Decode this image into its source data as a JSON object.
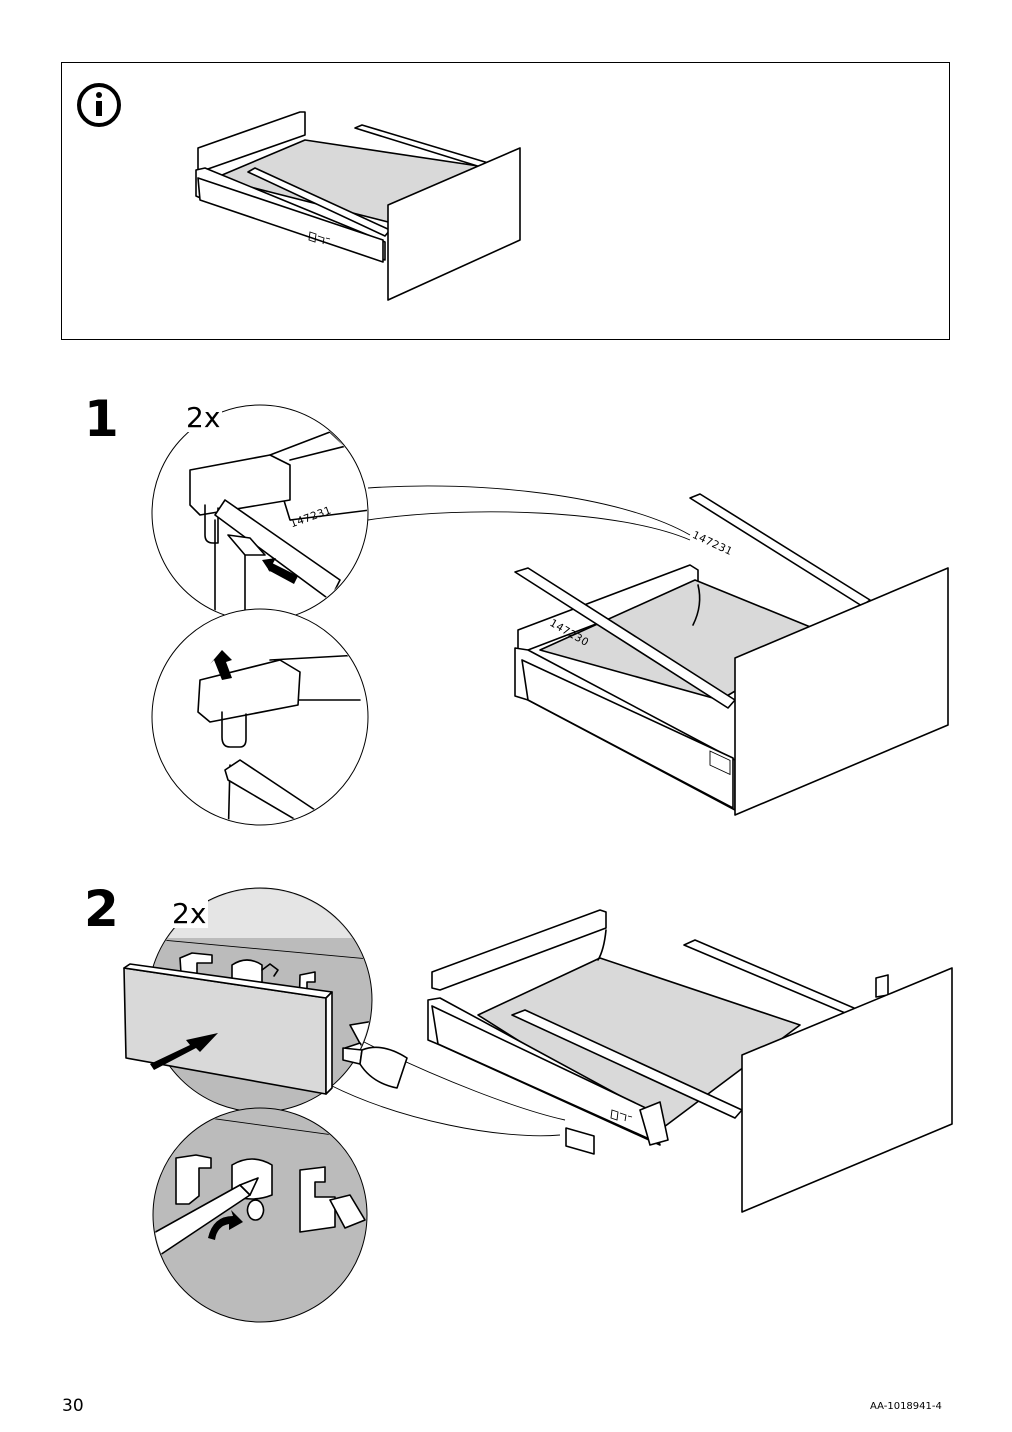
{
  "page": {
    "number": "30",
    "doc_code": "AA-1018941-4"
  },
  "info_panel": {
    "icon": "info-icon"
  },
  "step1": {
    "number": "1",
    "quantity": "2x",
    "part_detail": "147231",
    "part_rail_back": "147231",
    "part_rail_front": "147230"
  },
  "step2": {
    "number": "2",
    "quantity": "2x"
  },
  "colors": {
    "line": "#000000",
    "panel_fill": "#d9d9d9",
    "background": "#ffffff"
  }
}
